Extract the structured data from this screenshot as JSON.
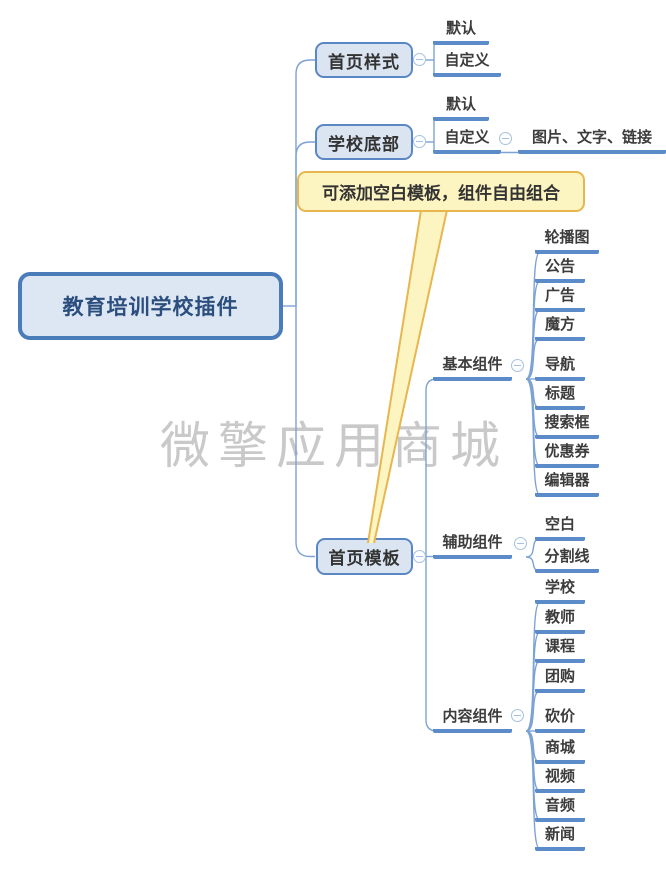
{
  "watermark": {
    "text": "微擎应用商城"
  },
  "root": {
    "label": "教育培训学校插件"
  },
  "callout": {
    "text": "可添加空白模板，组件自由组合"
  },
  "topics": [
    {
      "label": "首页样式",
      "children": [
        {
          "label": "默认"
        },
        {
          "label": "自定义"
        }
      ]
    },
    {
      "label": "学校底部",
      "children": [
        {
          "label": "默认"
        },
        {
          "label": "自定义",
          "children": [
            {
              "label": "图片、文字、链接"
            }
          ]
        }
      ]
    },
    {
      "label": "首页模板",
      "children": [
        {
          "label": "基本组件",
          "children": [
            {
              "label": "轮播图"
            },
            {
              "label": "公告"
            },
            {
              "label": "广告"
            },
            {
              "label": "魔方"
            },
            {
              "label": "导航"
            },
            {
              "label": "标题"
            },
            {
              "label": "搜索框"
            },
            {
              "label": "优惠券"
            },
            {
              "label": "编辑器"
            }
          ]
        },
        {
          "label": "辅助组件",
          "children": [
            {
              "label": "空白"
            },
            {
              "label": "分割线"
            }
          ]
        },
        {
          "label": "内容组件",
          "children": [
            {
              "label": "学校"
            },
            {
              "label": "教师"
            },
            {
              "label": "课程"
            },
            {
              "label": "团购"
            },
            {
              "label": "砍价"
            },
            {
              "label": "商城"
            },
            {
              "label": "视频"
            },
            {
              "label": "音频"
            },
            {
              "label": "新闻"
            }
          ]
        }
      ]
    }
  ],
  "icons": {
    "collapse": "minus-circle"
  },
  "colors": {
    "node_fill": "#dbe5f2",
    "node_border": "#5b87c5",
    "root_border": "#4a7cba",
    "root_text": "#2b4e7e",
    "underline": "#5b8bc8",
    "connector": "#7da3d4",
    "callout_fill": "#fdf5c1",
    "callout_border": "#e8b64f",
    "watermark": "#c9c9c9"
  }
}
